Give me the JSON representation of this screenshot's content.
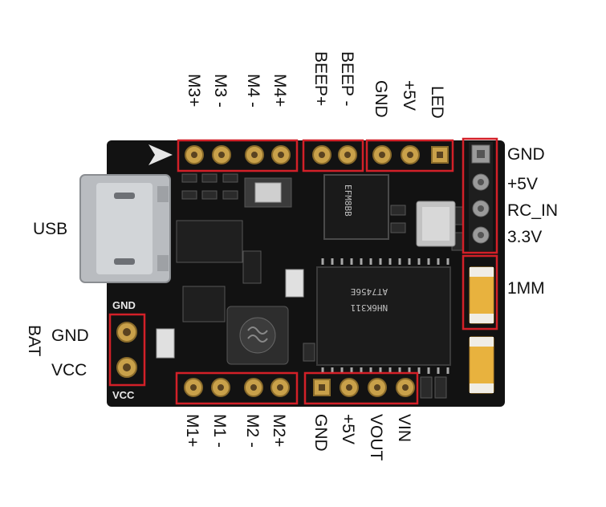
{
  "labels": {
    "top": [
      "M3+",
      "M3 -",
      "M4 -",
      "M4+",
      "BEEP+",
      "BEEP -",
      "GND",
      "+5V",
      "LED"
    ],
    "bottom": [
      "M1+",
      "M1 -",
      "M2 -",
      "M2+",
      "GND",
      "+5V",
      "VOUT",
      "VIN"
    ],
    "right": [
      "GND",
      "+5V",
      "RC_IN",
      "3.3V",
      "1MM"
    ],
    "left": {
      "usb": "USB",
      "bat": "BAT",
      "gnd": "GND",
      "vcc": "VCC"
    }
  },
  "silkscreen": {
    "gnd": "GND",
    "vcc": "VCC"
  },
  "chips": {
    "main_line1": "AT7456E",
    "main_line2": "NH6K311"
  },
  "colors": {
    "board": "#121212",
    "highlight": "#d32028",
    "gold": "#c9a14a",
    "background": "#ffffff"
  }
}
